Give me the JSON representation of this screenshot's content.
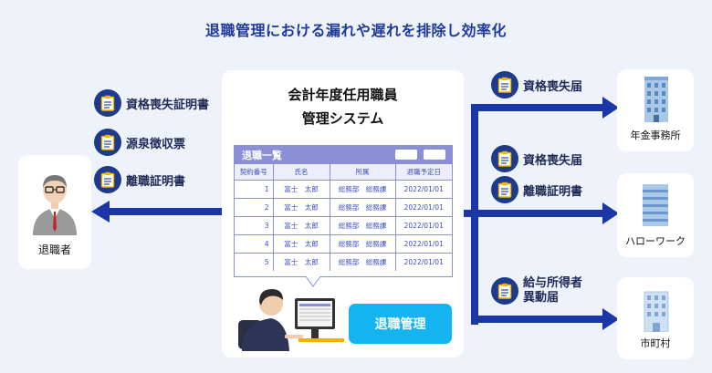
{
  "headline": "退職管理における漏れや遅れを排除し効率化",
  "retiree_label": "退職者",
  "outgoing_docs": [
    "資格喪失証明書",
    "源泉徴収票",
    "離職証明書"
  ],
  "system_title_line1": "会計年度任用職員",
  "system_title_line2": "管理システム",
  "list": {
    "title": "退職一覧",
    "columns": [
      "契約番号",
      "氏名",
      "所属",
      "退職予定日"
    ],
    "rows": [
      {
        "no": "1",
        "name": "富士　太郎",
        "dept": "総務部　総務課",
        "date": "2022/01/01"
      },
      {
        "no": "2",
        "name": "富士　太郎",
        "dept": "総務部　総務課",
        "date": "2022/01/01"
      },
      {
        "no": "3",
        "name": "富士　太郎",
        "dept": "総務部　総務課",
        "date": "2022/01/01"
      },
      {
        "no": "4",
        "name": "富士　太郎",
        "dept": "総務部　総務課",
        "date": "2022/01/01"
      },
      {
        "no": "5",
        "name": "富士　太郎",
        "dept": "総務部　総務課",
        "date": "2022/01/01"
      }
    ]
  },
  "manage_button": "退職管理",
  "branch_docs": {
    "pension": [
      "資格喪失届"
    ],
    "hellowork": [
      "資格喪失届",
      "離職証明書"
    ],
    "city": [
      "給与所得者",
      "異動届"
    ]
  },
  "destinations": {
    "pension": "年金事務所",
    "hellowork": "ハローワーク",
    "city": "市町村"
  },
  "colors": {
    "accent": "#1b36a6",
    "icon_bg": "#1d3a8c",
    "button": "#14b4f0",
    "list_header": "#8a8fd8",
    "background": "#eef3fb"
  }
}
